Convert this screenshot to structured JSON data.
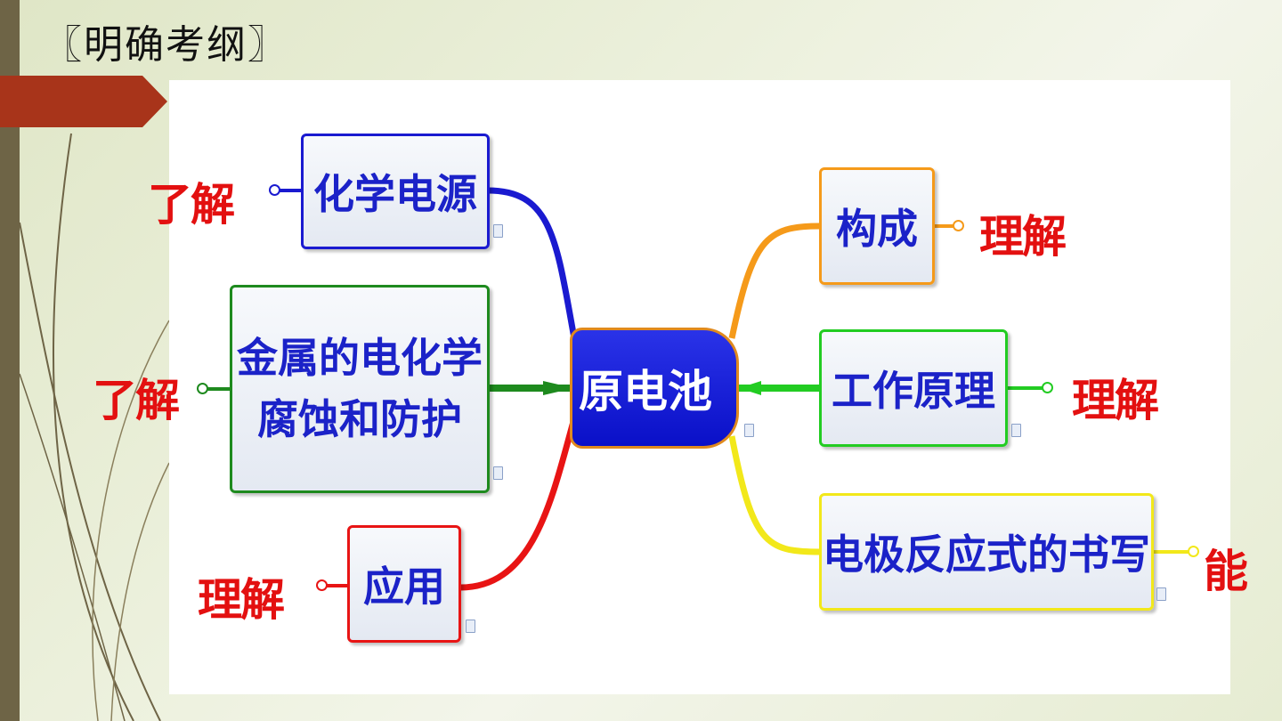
{
  "page": {
    "title": "〖明确考纲〗"
  },
  "mindmap": {
    "center": "原电池",
    "left_branches": [
      {
        "label": "化学电源",
        "level": "了解",
        "color": "#1a1ad0"
      },
      {
        "label_line1": "金属的电化学",
        "label_line2": "腐蚀和防护",
        "level": "了解",
        "color": "#1e8a1e"
      },
      {
        "label": "应用",
        "level": "理解",
        "color": "#e81414"
      }
    ],
    "right_branches": [
      {
        "label": "构成",
        "level": "理解",
        "color": "#f59a1a"
      },
      {
        "label": "工作原理",
        "level": "理解",
        "color": "#22cc22"
      },
      {
        "label": "电极反应式的书写",
        "level": "能",
        "color": "#f2e81a"
      }
    ]
  }
}
